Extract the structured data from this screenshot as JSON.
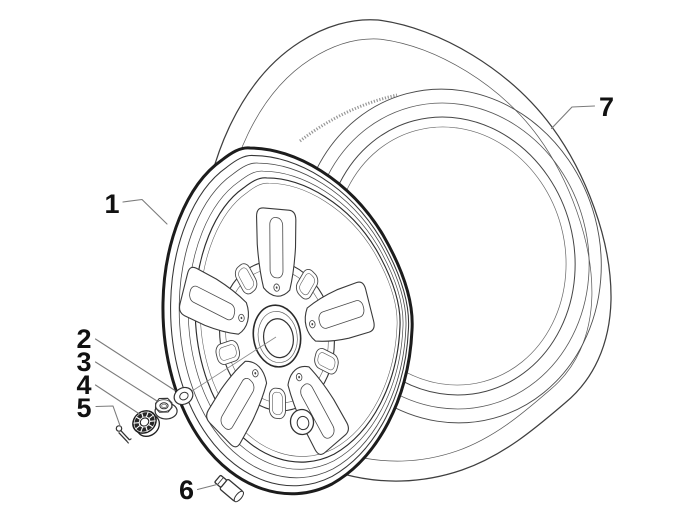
{
  "figure": {
    "background": "#ffffff",
    "line_color": "#3c3c3c",
    "edge_color": "#1c1c1c",
    "leader_color": "#7b7b7b",
    "label_color": "#111111",
    "callouts": [
      {
        "label": "1"
      },
      {
        "label": "2"
      },
      {
        "label": "3"
      },
      {
        "label": "4"
      },
      {
        "label": "5"
      },
      {
        "label": "6"
      },
      {
        "label": "7"
      }
    ]
  }
}
